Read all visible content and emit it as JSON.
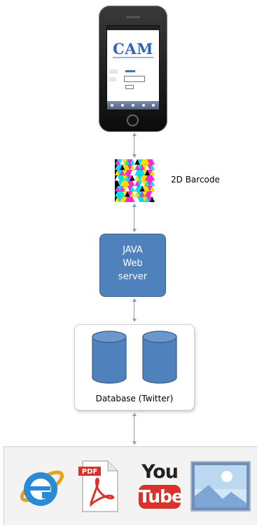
{
  "phone": {
    "logo": "CAM"
  },
  "barcode": {
    "label": "2D Barcode"
  },
  "server": {
    "lines": [
      "JAVA",
      "Web",
      "server"
    ]
  },
  "database": {
    "label": "Database (Twitter)"
  },
  "content_types": {
    "icons": [
      "internet-explorer-icon",
      "pdf-icon",
      "youtube-icon",
      "image-icon"
    ],
    "youtube": {
      "you": "You",
      "tube": "Tube"
    },
    "pdf_badge": "PDF"
  },
  "colors": {
    "server_fill": "#4f81bd",
    "cylinder_fill": "#4f81bd",
    "connector": "#7f9fcf",
    "logo_blue": "#2f65b4"
  }
}
